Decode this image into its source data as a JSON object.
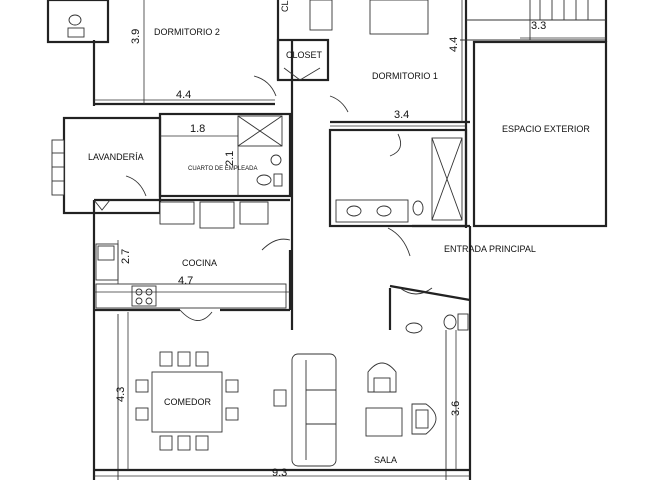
{
  "rooms": {
    "dormitorio2": "DORMITORIO 2",
    "dormitorio1": "DORMITORIO 1",
    "closet": "CLOSET",
    "closet_top": "CL",
    "espacio_exterior": "ESPACIO EXTERIOR",
    "lavanderia": "LAVANDERÍA",
    "cuarto_empleada": "CUARTO DE EMPLEADA",
    "entrada_principal": "ENTRADA PRINCIPAL",
    "cocina": "COCINA",
    "comedor": "COMEDOR",
    "sala": "SALA"
  },
  "dimensions": {
    "d_3_9": "3.9",
    "d_4_4_left": "4.4",
    "d_3_3": "3.3",
    "d_4_4_right": "4.4",
    "d_1_8": "1.8",
    "d_2_1": "2.1",
    "d_3_4": "3.4",
    "d_2_7": "2.7",
    "d_4_7": "4.7",
    "d_4_3": "4.3",
    "d_3_6": "3.6",
    "d_9_3": "9.3"
  }
}
